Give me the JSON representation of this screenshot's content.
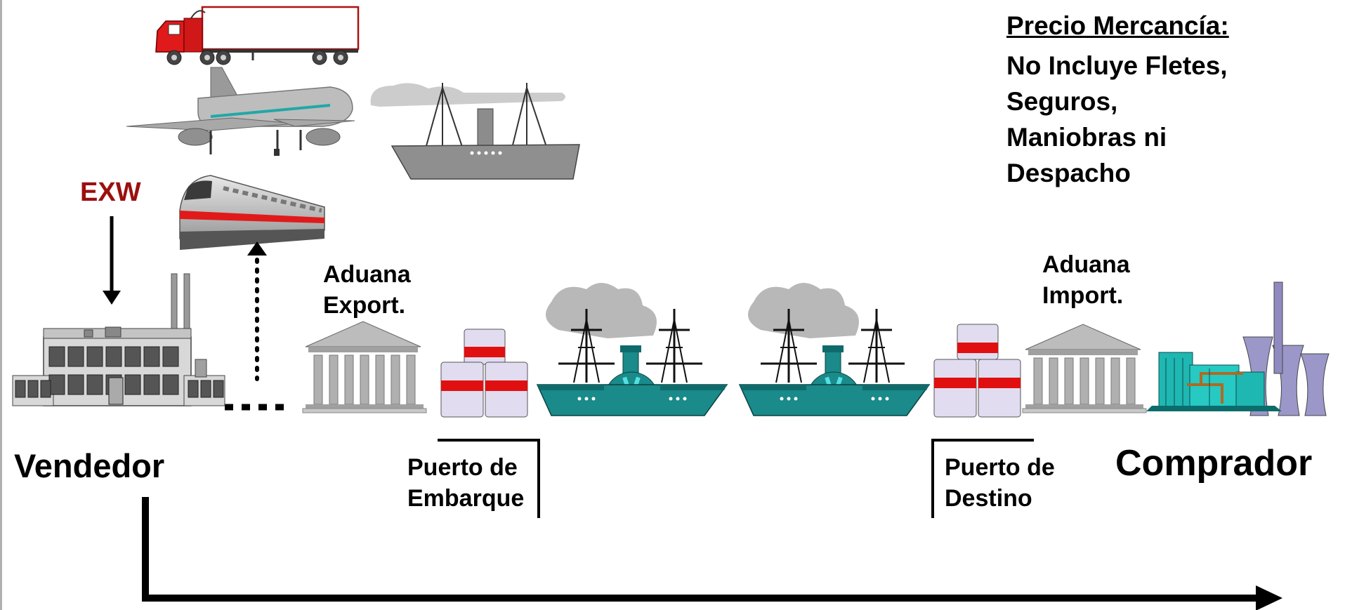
{
  "price_box": {
    "heading": "Precio Mercancía:",
    "lines": [
      "No Incluye Fletes,",
      "Seguros,",
      "Maniobras ni",
      "Despacho"
    ]
  },
  "incoterm": "EXW",
  "labels": {
    "aduana_export": [
      "Aduana",
      "Export."
    ],
    "aduana_import": [
      "Aduana",
      "Import."
    ],
    "puerto_embarque": [
      "Puerto de",
      "Embarque"
    ],
    "puerto_destino": [
      "Puerto de",
      "Destino"
    ],
    "vendedor": "Vendedor",
    "comprador": "Comprador"
  },
  "colors": {
    "incoterm": "#9b0f0f",
    "ship_teal": "#1a8a8a",
    "container_red": "#e01010",
    "plant_teal": "#1fb7b2"
  }
}
